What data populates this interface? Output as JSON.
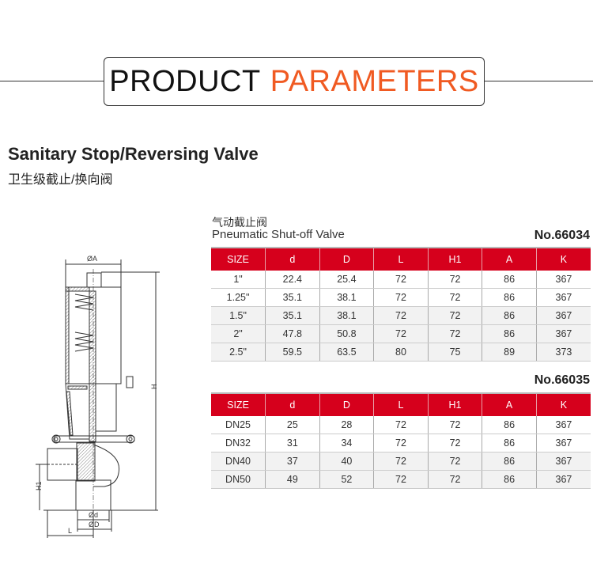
{
  "banner": {
    "word1": "PRODUCT",
    "word2": "PARAMETERS",
    "accent": "#f05a22"
  },
  "product": {
    "title": "Sanitary Stop/Reversing Valve",
    "title_cn": "卫生级截止/换向阀"
  },
  "section": {
    "name_cn": "气动截止阀",
    "name_en": "Pneumatic Shut-off Valve"
  },
  "drawing": {
    "labels": {
      "A": "ØA",
      "H": "H",
      "H1": "H1",
      "d": "Ød",
      "D": "ØD",
      "L": "L"
    }
  },
  "tables": [
    {
      "model": "No.66034",
      "headers": [
        "SIZE",
        "d",
        "D",
        "L",
        "H1",
        "A",
        "K"
      ],
      "rows": [
        [
          "1\"",
          "22.4",
          "25.4",
          "72",
          "72",
          "86",
          "367"
        ],
        [
          "1.25\"",
          "35.1",
          "38.1",
          "72",
          "72",
          "86",
          "367"
        ],
        [
          "1.5\"",
          "35.1",
          "38.1",
          "72",
          "72",
          "86",
          "367"
        ],
        [
          "2\"",
          "47.8",
          "50.8",
          "72",
          "72",
          "86",
          "367"
        ],
        [
          "2.5\"",
          "59.5",
          "63.5",
          "80",
          "75",
          "89",
          "373"
        ]
      ]
    },
    {
      "model": "No.66035",
      "headers": [
        "SIZE",
        "d",
        "D",
        "L",
        "H1",
        "A",
        "K"
      ],
      "rows": [
        [
          "DN25",
          "25",
          "28",
          "72",
          "72",
          "86",
          "367"
        ],
        [
          "DN32",
          "31",
          "34",
          "72",
          "72",
          "86",
          "367"
        ],
        [
          "DN40",
          "37",
          "40",
          "72",
          "72",
          "86",
          "367"
        ],
        [
          "DN50",
          "49",
          "52",
          "72",
          "72",
          "86",
          "367"
        ]
      ]
    }
  ],
  "colors": {
    "header_red": "#d6001c"
  }
}
